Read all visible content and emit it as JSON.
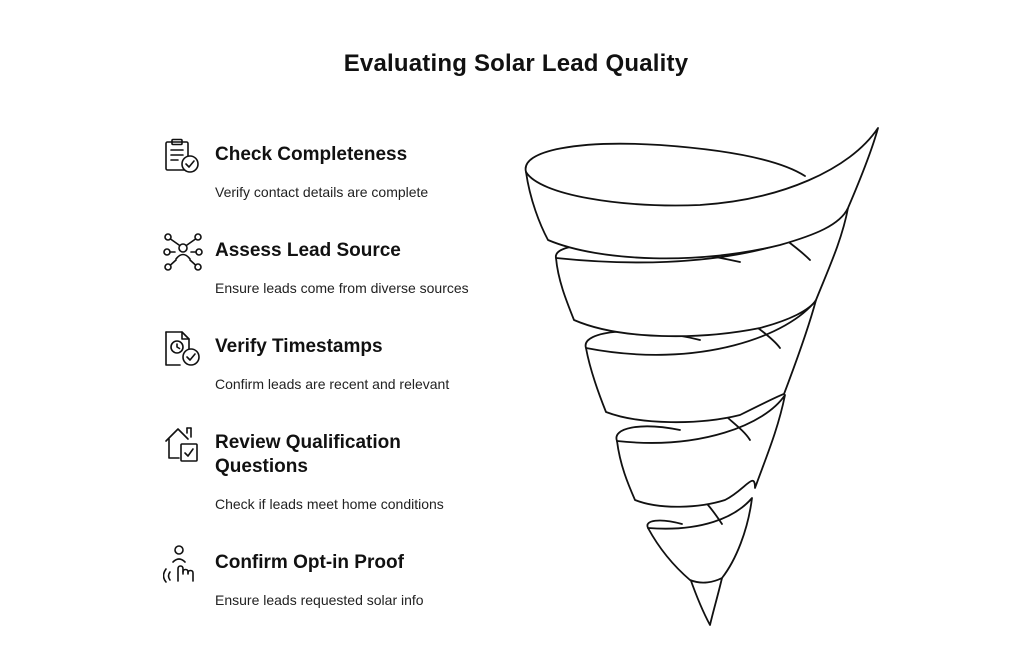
{
  "title": "Evaluating Solar Lead Quality",
  "steps": [
    {
      "icon": "clipboard-check-icon",
      "heading": "Check Completeness",
      "description": "Verify contact details are complete"
    },
    {
      "icon": "network-people-icon",
      "heading": "Assess Lead Source",
      "description": "Ensure leads come from diverse sources"
    },
    {
      "icon": "clock-document-icon",
      "heading": "Verify Timestamps",
      "description": "Confirm leads are recent and relevant"
    },
    {
      "icon": "house-check-icon",
      "heading": "Review Qualification Questions",
      "description": "Check if leads meet home conditions"
    },
    {
      "icon": "person-touch-icon",
      "heading": "Confirm Opt-in Proof",
      "description": "Ensure leads requested solar info"
    }
  ],
  "colors": {
    "stroke": "#111111",
    "background": "#ffffff"
  }
}
